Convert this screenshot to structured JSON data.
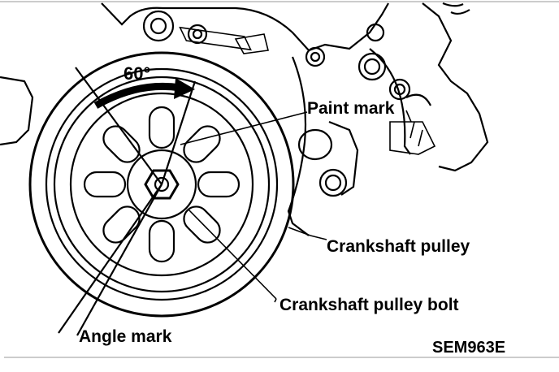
{
  "labels": {
    "angle_degrees": "60°",
    "paint_mark": "Paint mark",
    "crankshaft_pulley": "Crankshaft pulley",
    "crankshaft_pulley_bolt": "Crankshaft pulley bolt",
    "angle_mark": "Angle mark",
    "figure_code": "SEM963E"
  },
  "colors": {
    "ink": "#000000",
    "background": "#ffffff"
  }
}
